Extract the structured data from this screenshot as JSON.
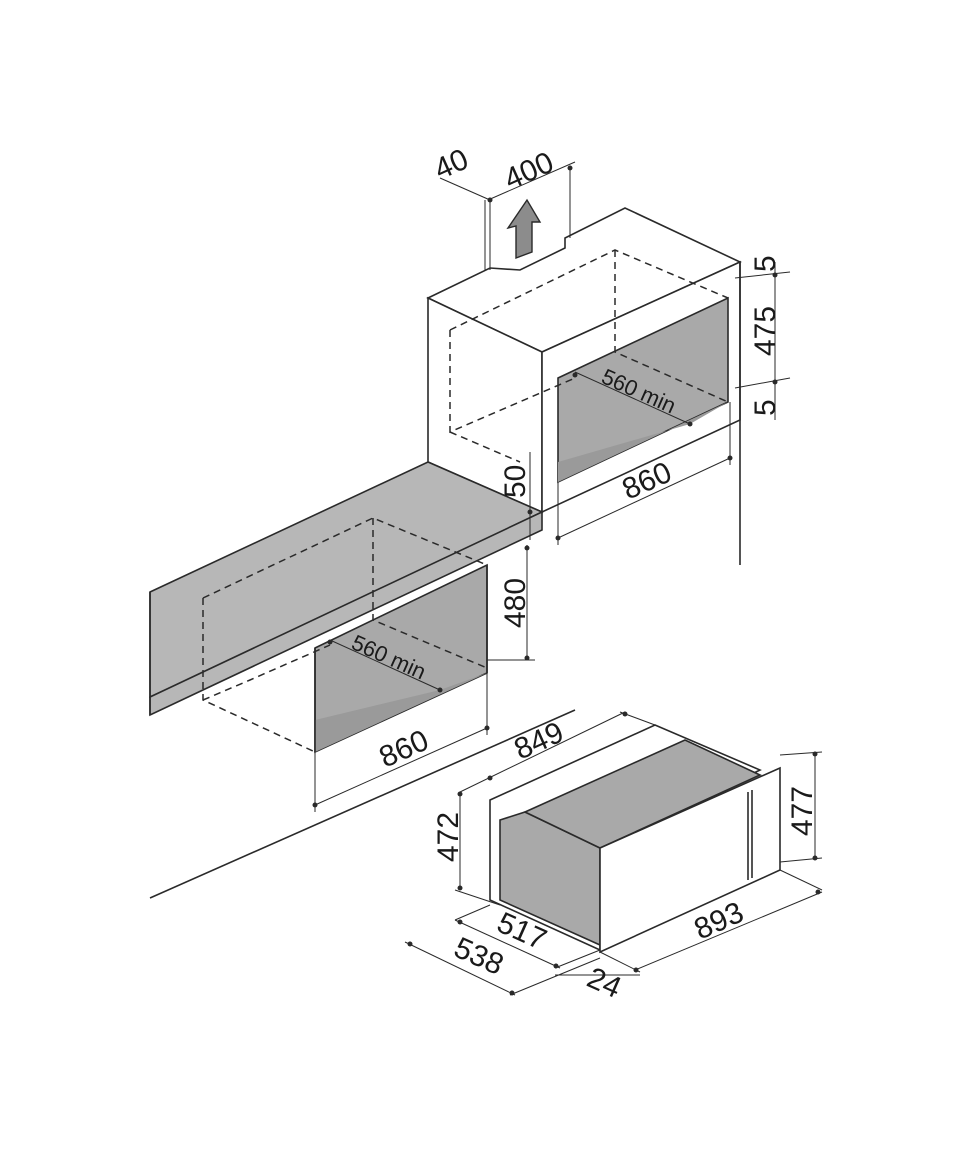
{
  "dimensions": {
    "top_gap": "40",
    "top_vent": "400",
    "upper_gap_top": "5",
    "upper_height": "475",
    "upper_gap_bottom": "5",
    "upper_depth": "560 min",
    "upper_width": "860",
    "worktop_gap": "50",
    "lower_height": "480",
    "lower_depth": "560 min",
    "lower_width": "860",
    "appliance_width_body": "849",
    "appliance_height_body": "472",
    "appliance_height_front": "477",
    "appliance_width_front": "893",
    "appliance_depth_body": "517",
    "appliance_depth_total": "538",
    "appliance_front_thickness": "24"
  },
  "colors": {
    "line": "#2a2a2a",
    "worktop": "#b7b7b7",
    "cavity": "#a9a9a9",
    "background": "#ffffff"
  }
}
